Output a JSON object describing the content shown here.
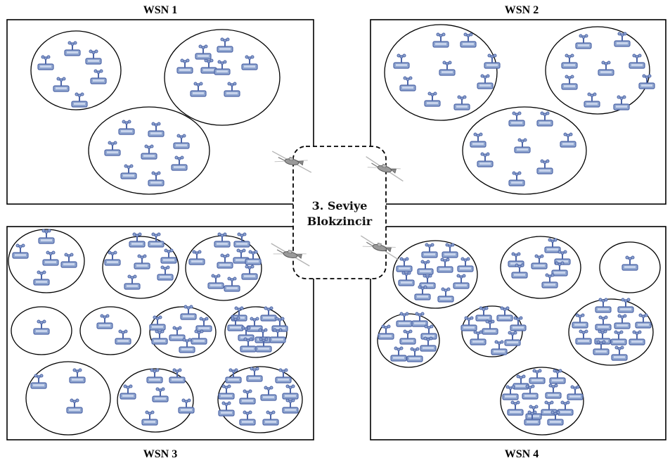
{
  "diagram": {
    "wsn1_title": "WSN 1",
    "wsn2_title": "WSN 2",
    "wsn3_title": "WSN 3",
    "wsn4_title": "WSN 4",
    "center_line1": "3. Seviye",
    "center_line2": "Blokzincir"
  },
  "colors": {
    "sensor_fill": "#8FA5CF",
    "sensor_stroke": "#4E66A8",
    "border": "#000000",
    "drone_body": "#9a9a9a"
  },
  "icons": {
    "sensor": "sensor-node-icon",
    "drone": "drone-icon"
  }
}
